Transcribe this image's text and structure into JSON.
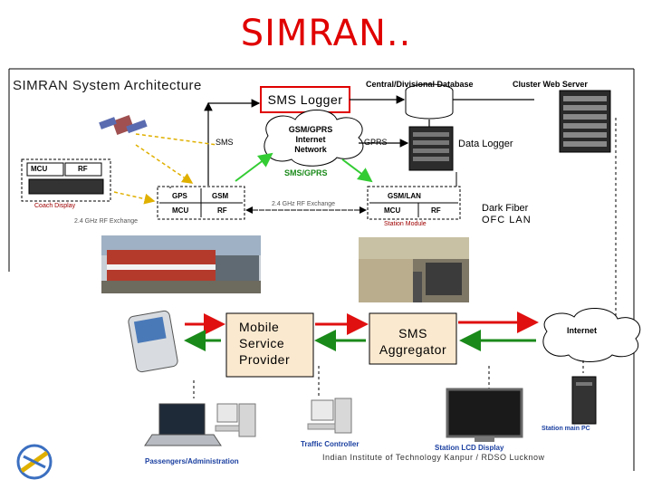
{
  "slide": {
    "title": "SIMRAN..",
    "diagram_title": "SIMRAN System Architecture"
  },
  "top": {
    "sms_logger": "SMS Logger",
    "central_db": "Central/Divisional Database",
    "cluster_server": "Cluster Web Server",
    "sms_label": "SMS",
    "cloud_gsm": [
      "GSM/GPRS",
      "Internet",
      "Network"
    ],
    "gprs_label": "GPRS",
    "data_logger": "Data Logger",
    "sms_gprs_label": "SMS/GPRS"
  },
  "train_unit": {
    "mcu": "MCU",
    "rf": "RF",
    "coach_display": "Coach Display",
    "gps": "GPS",
    "gsm": "GSM",
    "mcu2": "MCU",
    "rf2": "RF",
    "rf_exchange_left": "2.4 GHz RF Exchange",
    "rf_exchange_mid": "2.4 GHz RF Exchange"
  },
  "station_unit": {
    "gsm_lan": "GSM/LAN",
    "mcu": "MCU",
    "rf": "RF",
    "station_module": "Station Module",
    "dark_fiber": "Dark Fiber",
    "ofc_lan": "OFC LAN"
  },
  "bottom": {
    "mobile_provider": [
      "Mobile",
      "Service",
      "Provider"
    ],
    "sms_aggregator": [
      "SMS",
      "Aggregator"
    ],
    "internet": "Internet",
    "station_main_pc": "Station main PC",
    "passengers": "Passengers/Administration",
    "traffic_controller": "Traffic Controller",
    "station_lcd": "Station LCD Display",
    "credit": "Indian Institute of Technology Kanpur / RDSO Lucknow"
  },
  "colors": {
    "title_red": "#e00000",
    "arrow_red": "#e01010",
    "arrow_green": "#1a8a1a",
    "arrow_green_light": "#33cc33",
    "box_fill": "#fbe9cf",
    "cloud_fill": "#ffffff"
  }
}
